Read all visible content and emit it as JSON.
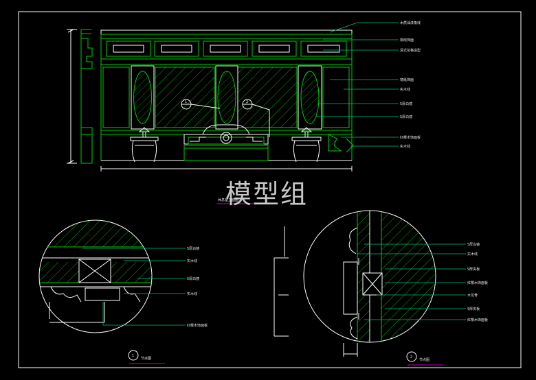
{
  "watermark": "模型组",
  "elevation": {
    "title": "休息室立面图",
    "callouts": [
      "1",
      "2"
    ],
    "labels": [
      "木质油漆角线",
      "铜线饰面",
      "清式花格造型",
      "墙纸饰面",
      "实木线",
      "5厚白镜",
      "5厚白镜",
      "红樱木饰面板",
      "实木线"
    ]
  },
  "detail1": {
    "number": "1",
    "title": "节点图",
    "labels": [
      "5厚白镜",
      "实木线",
      "5厚白镜",
      "实木线",
      "红樱木饰面板"
    ]
  },
  "detail2": {
    "number": "2",
    "title": "节点图",
    "labels": [
      "5厚白镜",
      "实木线",
      "9厚夹板",
      "红樱木饰面板",
      "木龙骨",
      "9厚夹板",
      "红樱木饰面板"
    ]
  },
  "colors": {
    "background": "#000000",
    "frame": "#ffffff",
    "cad_line": "#00d000",
    "leader": "#00c080",
    "title_underline": "#c000c0",
    "dimension": "#ffffff"
  }
}
